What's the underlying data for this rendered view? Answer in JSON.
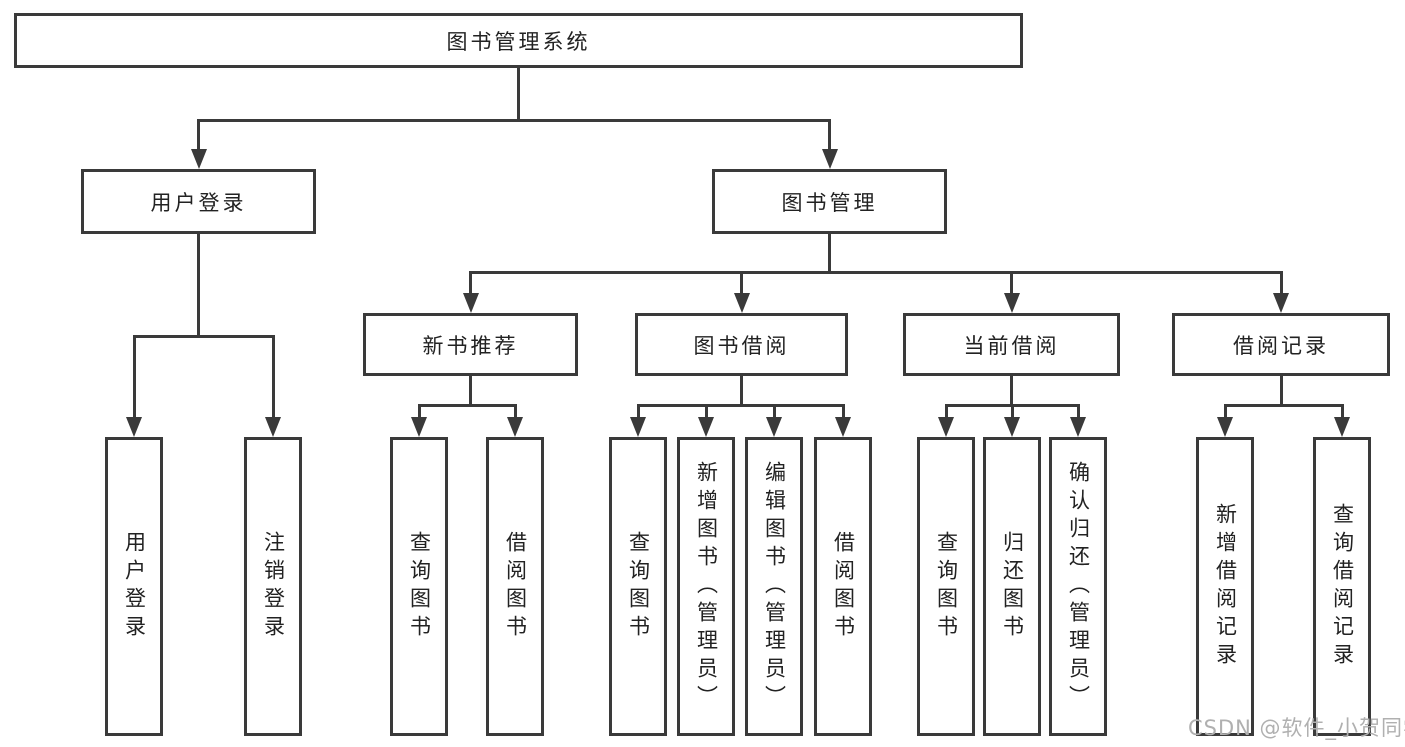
{
  "diagram": {
    "title": "图书管理系统",
    "level2": [
      "用户登录",
      "图书管理"
    ],
    "level3": [
      "新书推荐",
      "图书借阅",
      "当前借阅",
      "借阅记录"
    ],
    "leaves": {
      "user_login": [
        "用户登录",
        "注销登录"
      ],
      "new_book": [
        "查询图书",
        "借阅图书"
      ],
      "book_borrow": [
        "查询图书",
        "新增图书（管理员）",
        "编辑图书（管理员）",
        "借阅图书"
      ],
      "current_borrow": [
        "查询图书",
        "归还图书",
        "确认归还（管理员）"
      ],
      "borrow_record": [
        "新增借阅记录",
        "查询借阅记录"
      ]
    }
  },
  "watermark": "CSDN @软件_小贺同学",
  "colors": {
    "line": "#3a3a3a",
    "text": "#222222",
    "watermark": "#b0b0b0",
    "background": "#ffffff"
  }
}
